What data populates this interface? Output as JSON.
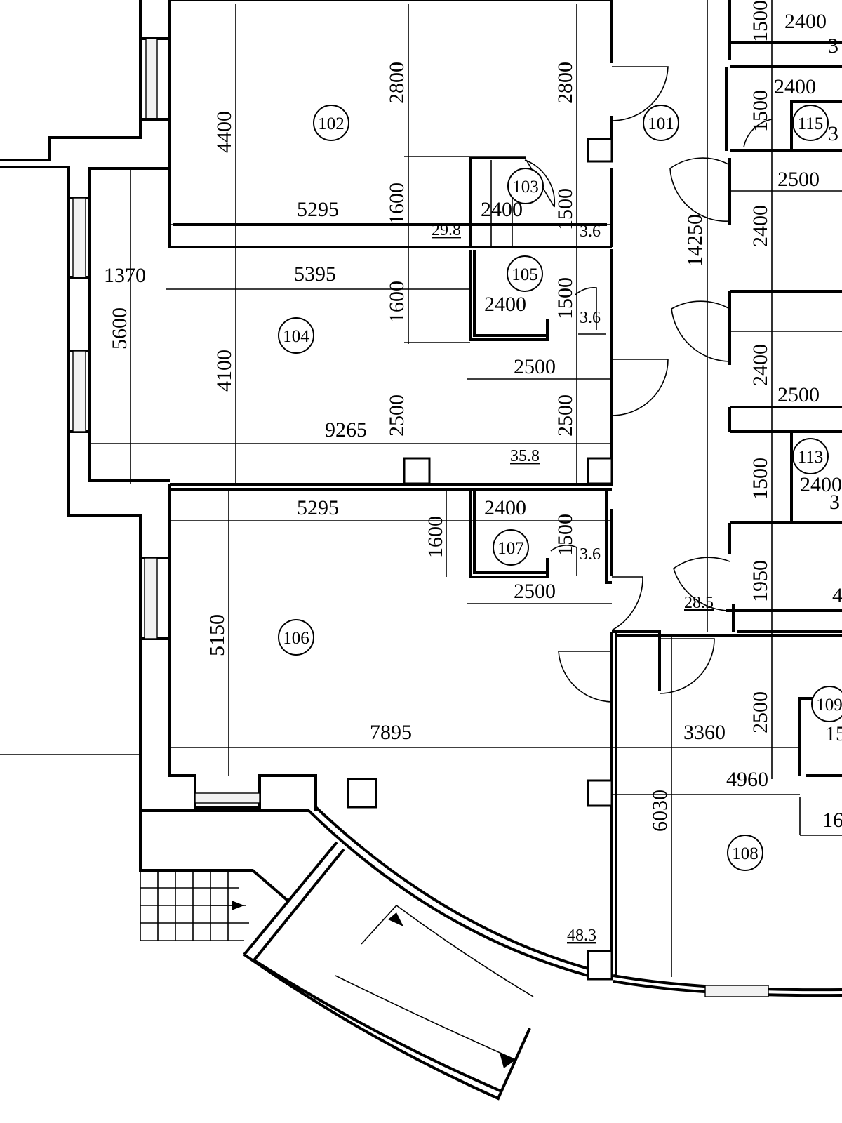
{
  "rooms": {
    "r101": "101",
    "r102": "102",
    "r103": "103",
    "r104": "104",
    "r105": "105",
    "r106": "106",
    "r107": "107",
    "r108": "108",
    "r109": "109",
    "r113": "113",
    "r115": "115"
  },
  "areas": {
    "a102": "29.8",
    "a104": "35.8",
    "a106": "48.3",
    "a103": "3.6",
    "a105": "3.6",
    "a107": "3.6",
    "a101": "28.5"
  },
  "dims": {
    "d_4400": "4400",
    "d_2800_a": "2800",
    "d_2800_b": "2800",
    "d_5295_a": "5295",
    "d_1600_a": "1600",
    "d_2400_103": "2400",
    "d_1500_103": "1500",
    "d_1370": "1370",
    "d_5395": "5395",
    "d_1600_b": "1600",
    "d_2400_105": "2400",
    "d_1500_105": "1500",
    "d_5600": "5600",
    "d_4100": "4100",
    "d_2500_a": "2500",
    "d_2500_b": "2500",
    "d_2500_c": "2500",
    "d_9265": "9265",
    "d_5295_b": "5295",
    "d_2400_107": "2400",
    "d_1600_c": "1600",
    "d_1500_107": "1500",
    "d_2500_d": "2500",
    "d_5150": "5150",
    "d_7895": "7895",
    "d_3360": "3360",
    "d_4960": "4960",
    "d_6030": "6030",
    "d_14250": "14250",
    "d_2400_r1": "2400",
    "d_1500_r1": "1500",
    "d_2500_r1": "2500",
    "d_2400_r2": "2400",
    "d_2400_r3": "2400",
    "d_2500_r2": "2500",
    "d_1500_r2": "1500",
    "d_2400_r4": "2400",
    "d_1950": "1950",
    "d_2500_r3": "2500",
    "d_2400_top": "2400",
    "d_1500_top": "1500",
    "d_16": "16",
    "d_15": "15",
    "d_3_a": "3",
    "d_3_b": "3",
    "d_4": "4",
    "d_3_c": "3"
  }
}
